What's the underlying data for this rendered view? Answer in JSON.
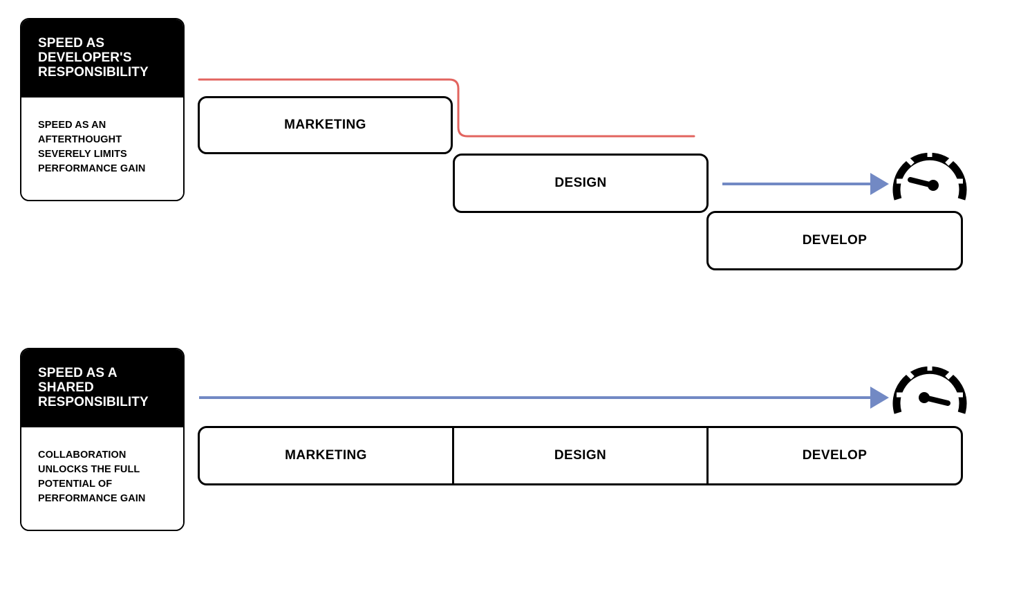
{
  "diagram": {
    "title_hidden": "",
    "colors": {
      "red_line": "#e2645f",
      "blue_arrow": "#7289c4",
      "card_header_bg": "#000000",
      "card_header_text": "#ffffff",
      "box_border": "#000000",
      "background": "#ffffff"
    }
  },
  "sections": [
    {
      "id": "developer-responsibility",
      "card": {
        "title": "SPEED AS\nDEVELOPER'S\nRESPONSIBILITY",
        "body": "SPEED AS AN\nAFTERTHOUGHT\nSEVERELY LIMITS\nPERFORMANCE GAIN"
      },
      "stages": [
        {
          "label": "MARKETING"
        },
        {
          "label": "DESIGN"
        },
        {
          "label": "DEVELOP"
        }
      ],
      "connectors": [
        {
          "name": "red-stepped-line",
          "color": "#e2645f",
          "arrowhead": false
        },
        {
          "name": "blue-short-arrow",
          "color": "#7289c4",
          "arrowhead": true
        }
      ],
      "gauge": {
        "name": "speedometer-low",
        "needle": "low"
      }
    },
    {
      "id": "shared-responsibility",
      "card": {
        "title": "SPEED AS A\nSHARED\nRESPONSIBILITY",
        "body": "COLLABORATION\nUNLOCKS THE FULL\nPOTENTIAL OF\nPERFORMANCE GAIN"
      },
      "stages": [
        {
          "label": "MARKETING"
        },
        {
          "label": "DESIGN"
        },
        {
          "label": "DEVELOP"
        }
      ],
      "connectors": [
        {
          "name": "blue-long-arrow",
          "color": "#7289c4",
          "arrowhead": true
        }
      ],
      "gauge": {
        "name": "speedometer-high",
        "needle": "high"
      }
    }
  ]
}
